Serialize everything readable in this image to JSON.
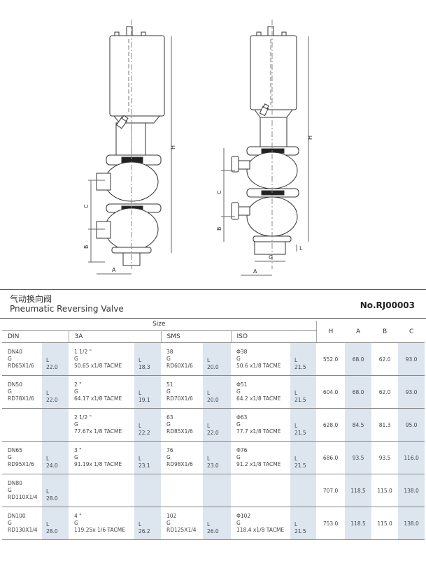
{
  "diagram": {
    "left_labels": [
      "H",
      "C",
      "B",
      "A"
    ],
    "right_labels": [
      "H",
      "C",
      "B",
      "A",
      "G",
      "L"
    ]
  },
  "title": {
    "cn": "气动换向阀",
    "en": "Pneumatic Reversing Valve",
    "number": "No.RJ00003"
  },
  "table": {
    "size_header": "Size",
    "std_headers": [
      "DIN",
      "3A",
      "SMS",
      "ISO"
    ],
    "dim_headers": [
      "H",
      "A",
      "B",
      "C"
    ],
    "rows": [
      {
        "din": [
          "DN40",
          "G",
          "RD65X1/6"
        ],
        "din_l": [
          "L",
          "22.0"
        ],
        "a3": [
          "1 1/2 \"",
          "G",
          "50.65 x1/8  TACME"
        ],
        "a3_l": [
          "L",
          "18.3"
        ],
        "sms": [
          "38",
          "G",
          "RD60X1/6"
        ],
        "sms_l": [
          "L",
          "20.0"
        ],
        "iso": [
          "Φ38",
          "G",
          "50.6 x1/8  TACME"
        ],
        "iso_l": [
          "L",
          "21.5"
        ],
        "h": "552.0",
        "a": "68.0",
        "b": "62.0",
        "c": "93.0"
      },
      {
        "din": [
          "DN50",
          "G",
          "RD78X1/6"
        ],
        "din_l": [
          "L",
          "22.0"
        ],
        "a3": [
          "2 \"",
          "G",
          "64.17 x1/8  TACME"
        ],
        "a3_l": [
          "L",
          "19.1"
        ],
        "sms": [
          "51",
          "G",
          "RD70X1/6"
        ],
        "sms_l": [
          "L",
          "20.0"
        ],
        "iso": [
          "Φ51",
          "G",
          "64.2 x1/8  TACME"
        ],
        "iso_l": [
          "L",
          "21.5"
        ],
        "h": "604.0",
        "a": "68.0",
        "b": "62.0",
        "c": "93.0"
      },
      {
        "din": [
          "",
          "",
          ""
        ],
        "din_l": [
          "",
          ""
        ],
        "a3": [
          "2 1/2 \"",
          "G",
          "77.67x 1/8  TACME"
        ],
        "a3_l": [
          "L",
          "22.2"
        ],
        "sms": [
          "63",
          "G",
          "RD85X1/6"
        ],
        "sms_l": [
          "L",
          "22.0"
        ],
        "iso": [
          "Φ63",
          "G",
          "77.7 x1/8  TACME"
        ],
        "iso_l": [
          "L",
          "21.5"
        ],
        "h": "628.0",
        "a": "84.5",
        "b": "81.3",
        "c": "95.0"
      },
      {
        "din": [
          "DN65",
          "G",
          "RD95X1/6"
        ],
        "din_l": [
          "L",
          "24.0"
        ],
        "a3": [
          "3 \"",
          "G",
          "91.19x 1/8  TACME"
        ],
        "a3_l": [
          "L",
          "23.1"
        ],
        "sms": [
          "76",
          "G",
          "RD98X1/6"
        ],
        "sms_l": [
          "L",
          "23.0"
        ],
        "iso": [
          "Φ76",
          "G",
          "91.2 x1/8  TACME"
        ],
        "iso_l": [
          "L",
          "21.5"
        ],
        "h": "686.0",
        "a": "93.5",
        "b": "93.5",
        "c": "116.0"
      },
      {
        "din": [
          "DN80",
          "G",
          "RD110X1/4"
        ],
        "din_l": [
          "L",
          "28.0"
        ],
        "a3": [
          "",
          "",
          ""
        ],
        "a3_l": [
          "",
          ""
        ],
        "sms": [
          "",
          "",
          ""
        ],
        "sms_l": [
          "",
          ""
        ],
        "iso": [
          "",
          "",
          ""
        ],
        "iso_l": [
          "",
          ""
        ],
        "h": "707.0",
        "a": "118.5",
        "b": "115.0",
        "c": "138.0"
      },
      {
        "din": [
          "DN100",
          "G",
          "RD130X1/4"
        ],
        "din_l": [
          "L",
          "28.0"
        ],
        "a3": [
          "4 \"",
          "G",
          "119.25x 1/6  TACME"
        ],
        "a3_l": [
          "L",
          "26.2"
        ],
        "sms": [
          "102",
          "G",
          "RD125X1/4"
        ],
        "sms_l": [
          "L",
          "26.0"
        ],
        "iso": [
          "Φ102",
          "G",
          "118.4 x1/8  TACME"
        ],
        "iso_l": [
          "L",
          "21.5"
        ],
        "h": "753.0",
        "a": "118.5",
        "b": "115.0",
        "c": "138.0"
      }
    ]
  }
}
